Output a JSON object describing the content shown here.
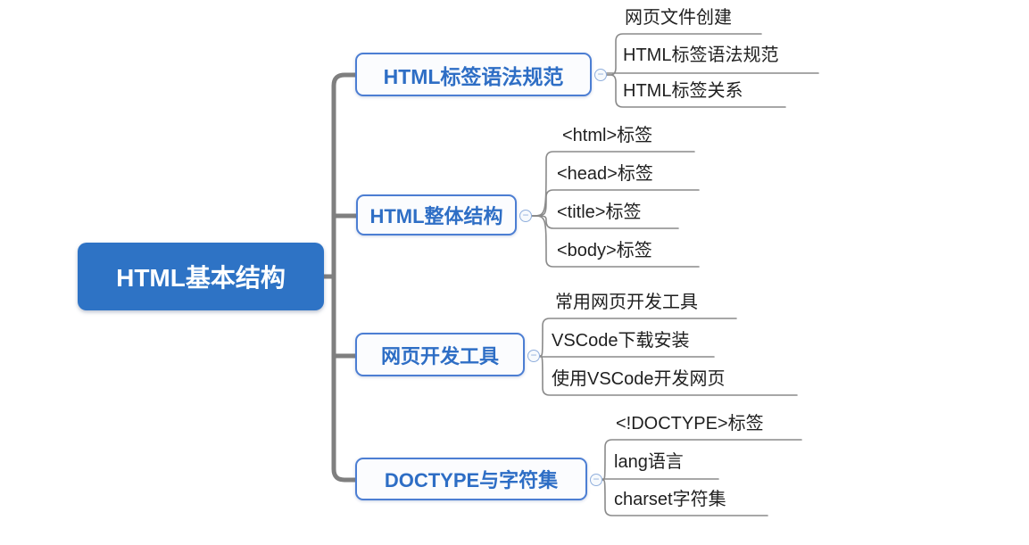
{
  "mindmap": {
    "root": {
      "label": "HTML基本结构"
    },
    "branches": [
      {
        "label": "HTML标签语法规范",
        "children": [
          "网页文件创建",
          "HTML标签语法规范",
          "HTML标签关系"
        ]
      },
      {
        "label": "HTML整体结构",
        "children": [
          "<html>标签",
          "<head>标签",
          "<title>标签",
          "<body>标签"
        ]
      },
      {
        "label": "网页开发工具",
        "children": [
          "常用网页开发工具",
          "VSCode下载安装",
          "使用VSCode开发网页"
        ]
      },
      {
        "label": "DOCTYPE与字符集",
        "children": [
          "<!DOCTYPE>标签",
          "lang语言",
          "charset字符集"
        ]
      }
    ],
    "icons": {
      "collapse": "−"
    },
    "colors": {
      "root_background": "#2e73c5",
      "root_text": "#ffffff",
      "branch_border": "#4c7ed3",
      "branch_text": "#2e6ec5",
      "main_connector": "#7f7f7f",
      "child_connector": "#8a8a8a",
      "child_text": "#1f1f1f",
      "collapse_icon": "#8faedc"
    }
  }
}
